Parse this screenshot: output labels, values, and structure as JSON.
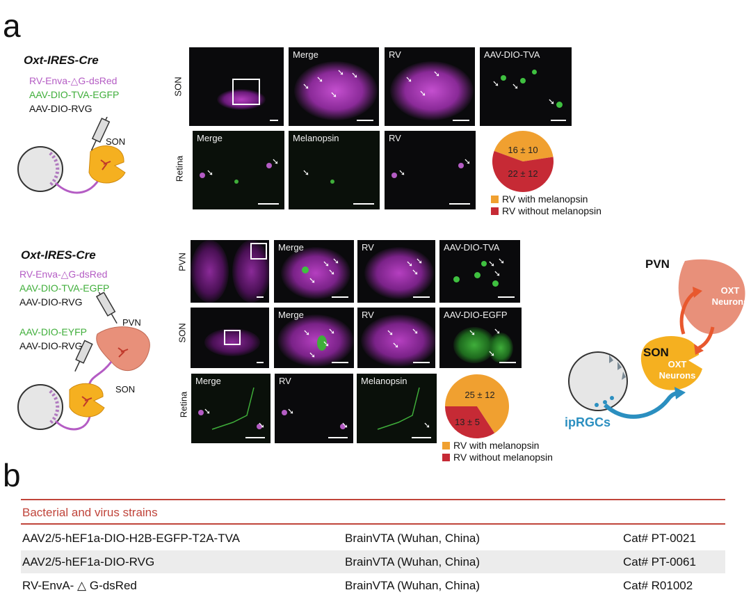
{
  "panel_a": {
    "letter": "a",
    "group1": {
      "title": "Oxt-IRES-Cre",
      "viruses": [
        {
          "text": "RV-Enva-△G-dsRed",
          "color": "#b45cc4"
        },
        {
          "text": "AAV-DIO-TVA-EGFP",
          "color": "#3fae3a"
        },
        {
          "text": "AAV-DIO-RVG",
          "color": "#111111"
        }
      ],
      "target": "SON",
      "rows": [
        {
          "label": "SON",
          "panels": [
            "",
            "Merge",
            "RV",
            "AAV-DIO-TVA"
          ]
        },
        {
          "label": "Retina",
          "panels": [
            "Merge",
            "Melanopsin",
            "RV"
          ]
        }
      ],
      "pie": {
        "slices": [
          {
            "label": "16 ± 10",
            "value": 16,
            "color": "#f0a030"
          },
          {
            "label": "22 ± 12",
            "value": 22,
            "color": "#c62a35"
          }
        ]
      },
      "legend": [
        {
          "text": "RV with melanopsin",
          "color": "#f0a030"
        },
        {
          "text": "RV without melanopsin",
          "color": "#c62a35"
        }
      ]
    },
    "group2": {
      "title": "Oxt-IRES-Cre",
      "viruses_pvn": [
        {
          "text": "RV-Enva-△G-dsRed",
          "color": "#b45cc4"
        },
        {
          "text": "AAV-DIO-TVA-EGFP",
          "color": "#3fae3a"
        },
        {
          "text": "AAV-DIO-RVG",
          "color": "#111111"
        }
      ],
      "viruses_son": [
        {
          "text": "AAV-DIO-EYFP",
          "color": "#3fae3a"
        },
        {
          "text": "AAV-DIO-RVG",
          "color": "#111111"
        }
      ],
      "target_pvn": "PVN",
      "target_son": "SON",
      "rows": [
        {
          "label": "PVN",
          "panels": [
            "",
            "Merge",
            "RV",
            "AAV-DIO-TVA"
          ]
        },
        {
          "label": "SON",
          "panels": [
            "",
            "Merge",
            "RV",
            "AAV-DIO-EGFP"
          ]
        },
        {
          "label": "Retina",
          "panels": [
            "Merge",
            "RV",
            "Melanopsin"
          ]
        }
      ],
      "pie": {
        "slices": [
          {
            "label": "25 ± 12",
            "value": 25,
            "color": "#f0a030"
          },
          {
            "label": "13 ± 5",
            "value": 13,
            "color": "#c62a35"
          }
        ]
      },
      "legend": [
        {
          "text": "RV with melanopsin",
          "color": "#f0a030"
        },
        {
          "text": "RV without melanopsin",
          "color": "#c62a35"
        }
      ]
    },
    "diagram": {
      "pvn": "PVN",
      "son": "SON",
      "oxt_pvn": "OXT Neurons",
      "oxt_son": "OXT Neurons",
      "iprgc": "ipRGCs"
    }
  },
  "panel_b": {
    "letter": "b",
    "header": "Bacterial and virus strains",
    "rows": [
      {
        "name": "AAV2/5-hEF1a-DIO-H2B-EGFP-T2A-TVA",
        "source": "BrainVTA (Wuhan, China)",
        "cat": "Cat# PT-0021"
      },
      {
        "name": "AAV2/5-hEF1a-DIO-RVG",
        "source": "BrainVTA (Wuhan, China)",
        "cat": "Cat# PT-0061"
      },
      {
        "name": "RV-EnvA- △ G-dsRed",
        "source": "BrainVTA (Wuhan, China)",
        "cat": "Cat# R01002"
      }
    ]
  },
  "colors": {
    "accent_red": "#c0443a",
    "orange": "#f0a030",
    "dark_red": "#c62a35",
    "purple": "#b45cc4",
    "green": "#3fae3a",
    "blue": "#2b8fc0"
  }
}
